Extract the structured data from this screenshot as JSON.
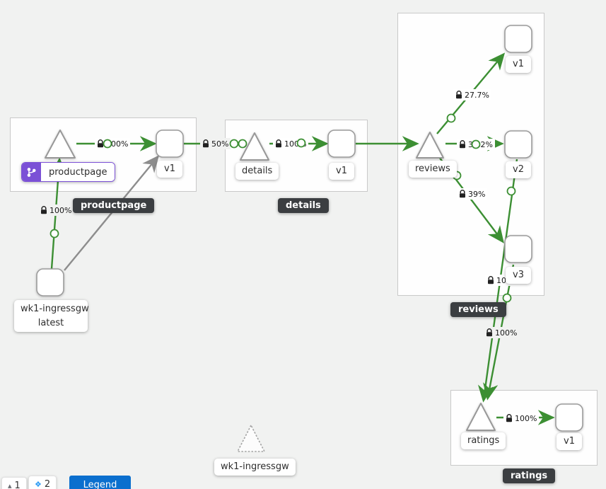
{
  "colors": {
    "edge_green": "#3c8f33",
    "edge_gray": "#8d8d8d",
    "badge_purple": "#7b50d6",
    "tooltip_bg": "#3b3e41",
    "legend_blue": "#0b6fce",
    "canvas_bg": "#f1f2f1"
  },
  "nodes": {
    "productpage_service": "productpage",
    "productpage_v1": "v1",
    "details_service": "details",
    "details_v1": "v1",
    "reviews_service": "reviews",
    "reviews_v1": "v1",
    "reviews_v2": "v2",
    "reviews_v3": "v3",
    "ratings_service": "ratings",
    "ratings_v1": "v1",
    "ingress_workload_line1": "wk1-ingressgw",
    "ingress_workload_line2": "latest",
    "ingress_idle_service": "wk1-ingressgw"
  },
  "tooltips": {
    "productpage": "productpage",
    "details": "details",
    "reviews": "reviews",
    "ratings": "ratings"
  },
  "edges": {
    "ingress_to_productpage": "100%",
    "productpage_to_v1": "100%",
    "productpagev1_to_details": "50%",
    "details_to_v1": "100%",
    "reviews_to_v1": "27.7%",
    "reviews_to_v2": "33.2%",
    "reviews_to_v3": "39%",
    "reviewsv2_to_ratings": "100%",
    "reviewsv3_to_ratings": "100%",
    "ratings_to_v1": "100%"
  },
  "toolbar": {
    "count1": "1",
    "count2": "2",
    "legend": "Legend"
  }
}
